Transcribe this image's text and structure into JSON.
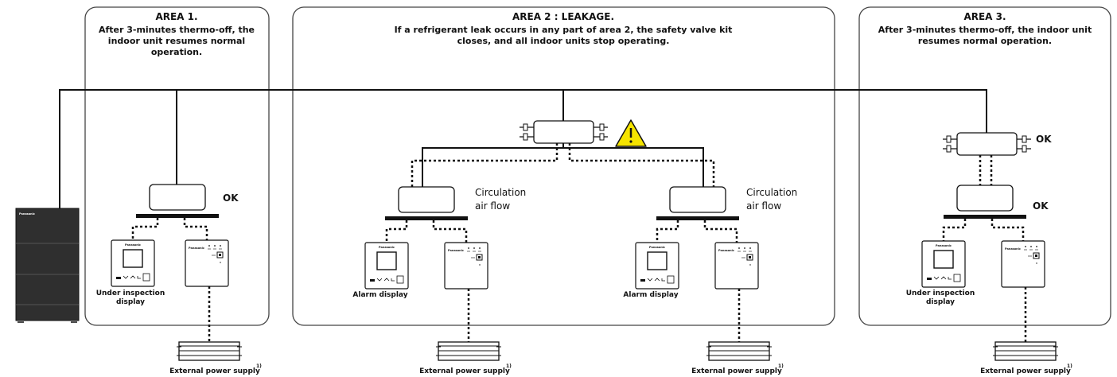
{
  "colors": {
    "line": "#111111",
    "warning_fill": "#f5e400",
    "outdoor_unit": "#2f2f2f",
    "box_border": "#444444"
  },
  "areas": [
    {
      "title": "AREA 1.",
      "lines": [
        "After 3-minutes thermo-off, the",
        "indoor unit resumes normal",
        "operation."
      ]
    },
    {
      "title": "AREA 2 : LEAKAGE.",
      "lines": [
        "If a refrigerant leak occurs in any part of area 2, the safety valve kit",
        "closes, and all indoor units stop operating."
      ]
    },
    {
      "title": "AREA 3.",
      "lines": [
        "After 3-minutes thermo-off, the indoor unit",
        "resumes normal operation."
      ]
    }
  ],
  "unit_labels": {
    "ok": "OK",
    "circulation_line1": "Circulation",
    "circulation_line2": "air flow",
    "under_inspection_line1": "Under inspection",
    "under_inspection_line2": "display",
    "alarm_display": "Alarm display",
    "external_power": "External power supply",
    "footnote_marker": "1)"
  },
  "brand": "Panasonic",
  "icons": [
    "warning-triangle-icon",
    "safety-valve-kit-icon",
    "outdoor-unit-icon",
    "remote-controller-icon",
    "leak-sensor-box-icon",
    "power-supply-icon"
  ]
}
